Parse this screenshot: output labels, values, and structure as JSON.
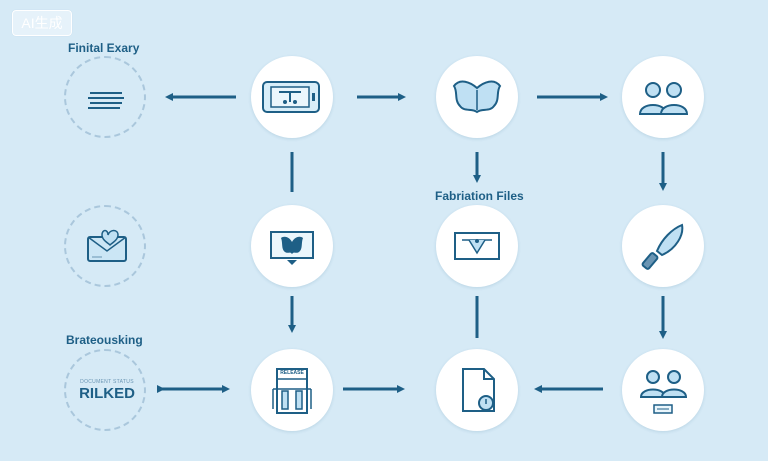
{
  "watermark": "AI生成",
  "labels": {
    "top_left": "Finital Exary",
    "center_mid": "Fabriation Files",
    "bottom_left": "Brateousking"
  },
  "ranked_node": {
    "small_text": "DOCUMENT STATUS",
    "big_text": "RILKED"
  },
  "storage_caption": "RELEASE",
  "colors": {
    "background": "#d6eaf6",
    "arrow": "#1e5f86",
    "icon_stroke": "#1e5f86",
    "icon_fill": "#bfe0f3",
    "dashed": "#aac7dc"
  }
}
